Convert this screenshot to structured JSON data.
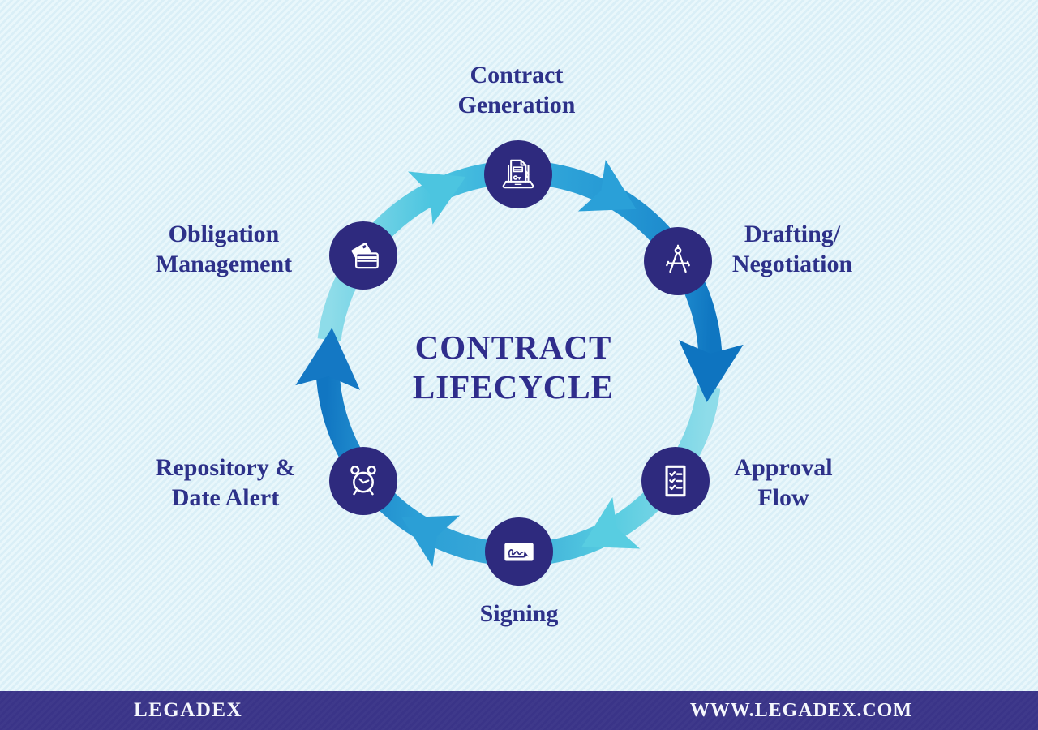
{
  "title": {
    "line1": "CONTRACT",
    "line2": "LIFECYCLE"
  },
  "stages": [
    {
      "line1": "Contract",
      "line2": "Generation",
      "icon": "laptop-document-icon"
    },
    {
      "line1": "Drafting/",
      "line2": "Negotiation",
      "icon": "drafting-compass-icon"
    },
    {
      "line1": "Approval",
      "line2": "Flow",
      "icon": "checklist-icon"
    },
    {
      "line1": "Signing",
      "line2": "",
      "icon": "signature-icon"
    },
    {
      "line1": "Repository &",
      "line2": "Date Alert",
      "icon": "alarm-clock-icon"
    },
    {
      "line1": "Obligation",
      "line2": "Management",
      "icon": "credit-cards-icon"
    }
  ],
  "footer": {
    "brand": "LEGADEX",
    "website": "WWW.LEGADEX.COM"
  },
  "colors": {
    "background": "#def1f8",
    "node_circle": "#2e2a7e",
    "label_text": "#2d3189",
    "footer_bar": "#3a3488",
    "footer_text": "#f5f7fc",
    "ring_light_cyan": "#8edce9",
    "ring_cyan": "#4cc5e0",
    "ring_medium_blue": "#2aa0d8",
    "ring_dark_blue": "#0e74c0"
  }
}
